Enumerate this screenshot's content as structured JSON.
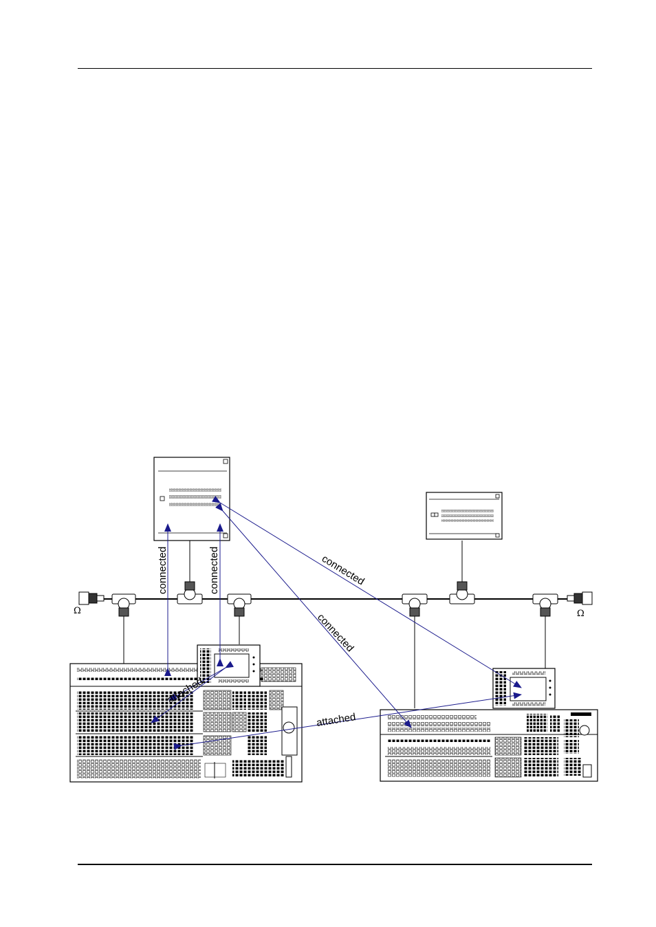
{
  "diagram": {
    "link_labels": {
      "connected_left": "connected",
      "connected_mid": "connected",
      "connected_upper_right": "connected",
      "connected_lower": "connected",
      "attached_left": "attached",
      "attached_right": "attached"
    },
    "terminators": {
      "left": "Ω",
      "right": "Ω"
    }
  },
  "colors": {
    "arrow": "#1a1a8c",
    "line": "#000000"
  }
}
